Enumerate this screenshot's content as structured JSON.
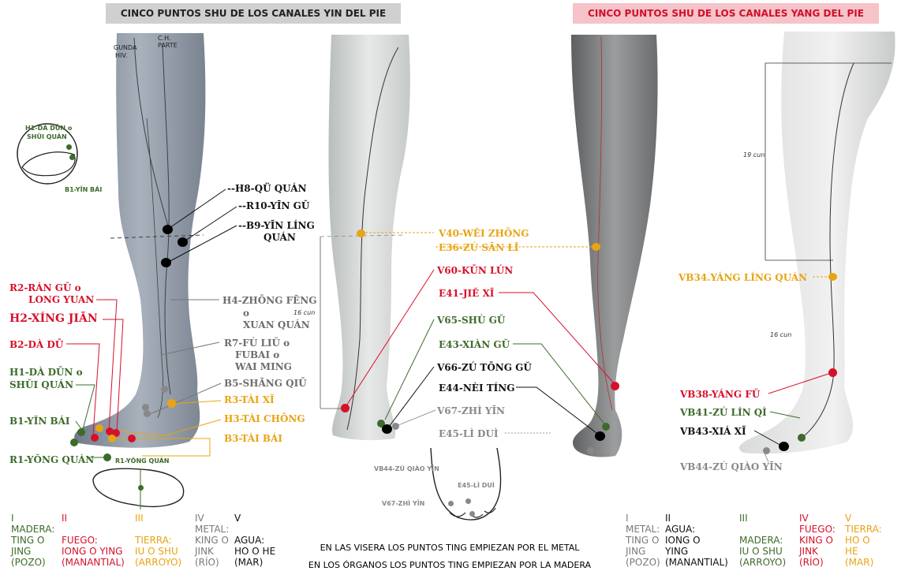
{
  "titles": {
    "yin": "CINCO PUNTOS SHU DE LOS CANALES YIN DEL PIE",
    "yang": "CINCO PUNTOS SHU DE LOS CANALES YANG  DEL PIE"
  },
  "colors": {
    "madera": "#3d6b2a",
    "fuego": "#d7102a",
    "tierra": "#e8a412",
    "metal": "#7a7a7a",
    "agua": "#111111",
    "leg_gray": "#8d96a3"
  },
  "labels": {
    "h8": "H8-QÜ QUÁN",
    "r10": "R10-YĪN  GŬ",
    "b9a": "B9-YĪN LÍNG",
    "b9b": "QUÁN",
    "r2a": "R2-RÁN GŬ o",
    "r2b": "LONG YUAN",
    "h2": "H2-XÍNG JIĀN",
    "b2": "B2-DÀ DŪ",
    "h1a": "H1-DÀ DŪN o",
    "h1b": "SHŬI QUÁN",
    "b1": "B1-YĬN BÁI",
    "r1": "R1-YŎNG QUÁN",
    "h4a": "H4-ZHŌNG FĒNG",
    "h4b": "o",
    "h4c": "XUAN QUÁN",
    "r7a": "R7-FÙ LIŬ o",
    "r7b": "FUBAI o",
    "r7c": "WAI MING",
    "b5": "B5-SHĀNG QIŪ",
    "r3": "R3-TÀI XĪ",
    "h3": "H3-TÀI CHŌNG",
    "b3": "B3-TÀI BÁI",
    "v40": "V40-WĚI ZHŌNG",
    "e36": "E36-ZÚ SĀN LĬ",
    "v60": "V60-KŪN LÚN",
    "e41": "E41-JIĚ XĪ",
    "v65": "V65-SHÙ GŬ",
    "e43": "E43-XIÀN GŬ",
    "v66": "V66-ZÚ TŌNG GŬ",
    "e44": "E44-NÈI TÍNG",
    "v67": "V67-ZHÌ YĪN",
    "e45": "E45-LÌ  DUÌ",
    "vb34": "VB34.YÁNG LÍNG QUÁN",
    "vb38": "VB38-YÁNG FŬ",
    "vb41": "VB41-ZÚ LÍN QÌ",
    "vb43": "VB43-XIÁ XĪ",
    "vb44": "VB44-ZÚ QIÀO YĪN"
  },
  "small_labels": {
    "inset_h1a": "H1-DÀ DŪN o",
    "inset_h1b": "SHŬI QUÁN",
    "inset_b1": "B1-YĬN BÁI",
    "sole_r1": "R1-YŎNG QUÁN",
    "foot_vb44": "VB44-ZÚ QIÀO YĪN",
    "foot_e45": "E45-LÌ  DUÌ",
    "foot_v67": "V67-ZHÌ YĪN",
    "cun16a": "16 cun",
    "cun16b": "16 cun",
    "cun19": "19 cun",
    "anat1": "C.H.",
    "anat2": "PARTE",
    "anat3": "GUNDA",
    "anat4": "HIV."
  },
  "legend_yin": [
    {
      "num": "I",
      "l1": "MADERA:",
      "l2": "TING O",
      "l3": "JING",
      "l4": "(POZO)"
    },
    {
      "num": "II",
      "l1": "FUEGO:",
      "l2": "IONG O YING",
      "l3": "(MANANTIAL)"
    },
    {
      "num": "III",
      "l1": "TIERRA:",
      "l2": "IU O SHU",
      "l3": "(ARROYO)"
    },
    {
      "num": "IV",
      "l1": "METAL:",
      "l2": "KING O",
      "l3": "JINK",
      "l4": "(RÍO)"
    },
    {
      "num": "V",
      "l1": "AGUA:",
      "l2": "HO O HE",
      "l3": "(MAR)"
    }
  ],
  "legend_yang": [
    {
      "num": "I",
      "l1": "METAL:",
      "l2": "TING O",
      "l3": "JING",
      "l4": "(POZO)"
    },
    {
      "num": "II",
      "l1": "AGUA:",
      "l2": "IONG O",
      "l3": "YING",
      "l4": "(MANANTIAL)"
    },
    {
      "num": "III",
      "l1": "MADERA:",
      "l2": "IU O SHU",
      "l3": "(ARROYO)"
    },
    {
      "num": "IV",
      "l1": "FUEGO:",
      "l2": "KING O",
      "l3": "JINK",
      "l4": "(RÍO)"
    },
    {
      "num": "V",
      "l1": "TIERRA:",
      "l2": "HO O",
      "l3": "HE",
      "l4": "(MAR)"
    }
  ],
  "notes": {
    "visera": "EN LAS VISERA LOS PUNTOS TING EMPIEZAN POR EL METAL",
    "organos": "EN LOS ÓRGANOS LOS PUNTOS TING EMPIEZAN POR LA MADERA"
  }
}
